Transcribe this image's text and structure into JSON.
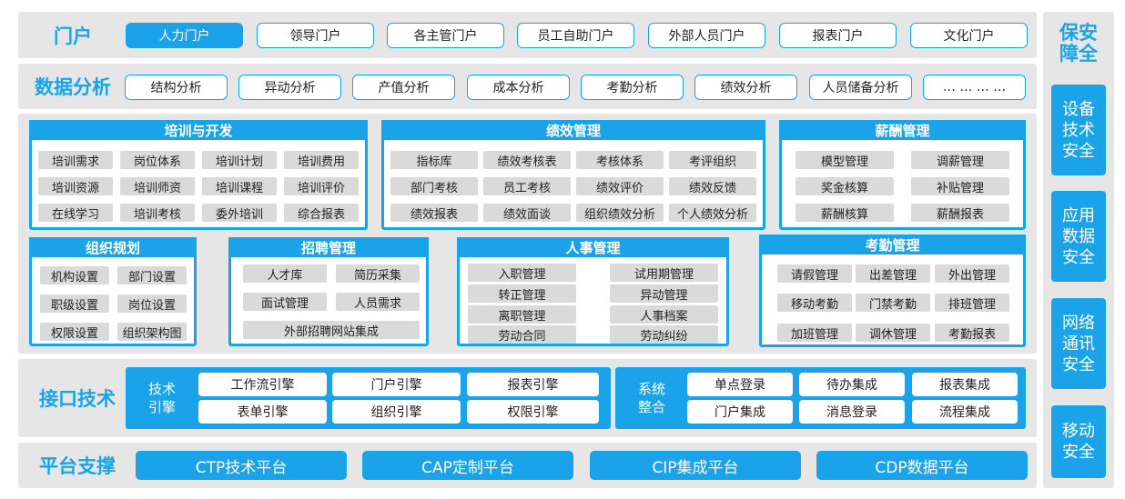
{
  "portal": {
    "title": "门户",
    "items": [
      "人力门户",
      "领导门户",
      "各主管门户",
      "员工自助门户",
      "外部人员门户",
      "报表门户",
      "文化门户"
    ]
  },
  "analysis": {
    "title": "数据分析",
    "items": [
      "结构分析",
      "异动分析",
      "产值分析",
      "成本分析",
      "考勤分析",
      "绩效分析",
      "人员储备分析",
      "… … … …"
    ]
  },
  "modules": {
    "training": {
      "title": "培训与开发",
      "items": [
        "培训需求",
        "岗位体系",
        "培训计划",
        "培训费用",
        "培训资源",
        "培训师资",
        "培训课程",
        "培训评价",
        "在线学习",
        "培训考核",
        "委外培训",
        "综合报表"
      ]
    },
    "performance": {
      "title": "绩效管理",
      "items": [
        "指标库",
        "绩效考核表",
        "考核体系",
        "考评组织",
        "部门考核",
        "员工考核",
        "绩效评价",
        "绩效反馈",
        "绩效报表",
        "绩效面谈",
        "组织绩效分析",
        "个人绩效分析"
      ]
    },
    "salary": {
      "title": "薪酬管理",
      "items": [
        "模型管理",
        "调薪管理",
        "奖金核算",
        "补贴管理",
        "薪酬核算",
        "薪酬报表"
      ]
    },
    "org": {
      "title": "组织规划",
      "items": [
        "机构设置",
        "部门设置",
        "职级设置",
        "岗位设置",
        "权限设置",
        "组织架构图"
      ]
    },
    "recruit": {
      "title": "招聘管理",
      "items": [
        "人才库",
        "简历采集",
        "面试管理",
        "人员需求",
        "外部招聘网站集成"
      ]
    },
    "personnel": {
      "title": "人事管理",
      "items": [
        "入职管理",
        "试用期管理",
        "转正管理",
        "异动管理",
        "离职管理",
        "人事档案",
        "劳动合同",
        "劳动纠纷"
      ]
    },
    "attendance": {
      "title": "考勤管理",
      "items": [
        "请假管理",
        "出差管理",
        "外出管理",
        "移动考勤",
        "门禁考勤",
        "排班管理",
        "加班管理",
        "调休管理",
        "考勤报表"
      ]
    }
  },
  "interface": {
    "title": "接口技术",
    "engine": {
      "label": "技术\n引擎",
      "items": [
        "工作流引擎",
        "门户引擎",
        "报表引擎",
        "表单引擎",
        "组织引擎",
        "权限引擎"
      ]
    },
    "integration": {
      "label": "系统\n整合",
      "items": [
        "单点登录",
        "待办集成",
        "报表集成",
        "门户集成",
        "消息登录",
        "流程集成"
      ]
    }
  },
  "platform": {
    "title": "平台支撑",
    "items": [
      "CTP技术平台",
      "CAP定制平台",
      "CIP集成平台",
      "CDP数据平台"
    ]
  },
  "security": {
    "title": "保安\n障全",
    "items": [
      "设备\n技术\n安全",
      "应用\n数据\n安全",
      "网络\n通讯\n安全",
      "移动\n安全"
    ]
  },
  "colors": {
    "accent": "#1aa3e8",
    "band": "#e6e6e6",
    "cell": "#dadada"
  }
}
